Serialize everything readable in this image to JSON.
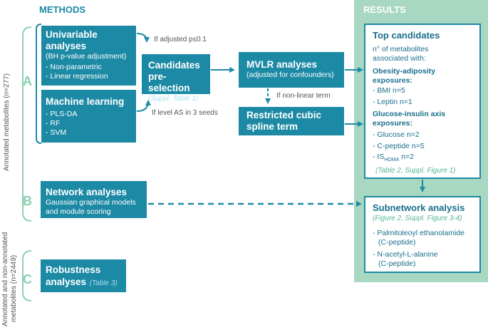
{
  "headers": {
    "methods": "METHODS",
    "results": "RESULTS"
  },
  "side_labels": {
    "annotated": "Annotated metabolites (n=277)",
    "non_annotated_line1": "Annotated and non-annotated",
    "non_annotated_line2": "metabolites (n=2449)"
  },
  "sections": {
    "a": "A",
    "b": "B",
    "c": "C"
  },
  "univariable": {
    "title_line1": "Univariable",
    "title_line2": "analyses",
    "subtitle": "(BH p-value adjustment)",
    "items": [
      "- Non-parametric",
      "- Linear regression"
    ]
  },
  "machine_learning": {
    "title": "Machine learning",
    "items": [
      "- PLS-DA",
      "- RF",
      "- SVM"
    ]
  },
  "candidates": {
    "title_line1": "Candidates",
    "title_line2": "pre-selection",
    "ref": "(Suppl. Table 1)"
  },
  "mvlr": {
    "title": "MVLR analyses",
    "subtitle": "(adjusted for confounders)"
  },
  "spline": {
    "title_line1": "Restricted cubic",
    "title_line2": "spline term"
  },
  "network": {
    "title": "Network analyses",
    "desc_line1": "Gaussian graphical models",
    "desc_line2": "and module scoring"
  },
  "robustness": {
    "title_line1": "Robustness",
    "title_line2": "analyses",
    "ref": "(Table 3)"
  },
  "notes": {
    "if_adjusted": "If adjusted p≤0.1",
    "if_level": "If level AS in 3 seeds",
    "if_nonlinear": "If non-linear term"
  },
  "top_candidates": {
    "title": "Top candidates",
    "intro_line1": "n° of metabolites",
    "intro_line2": "associated with:",
    "obesity_line1": "Obesity-adiposity",
    "obesity_line2": "exposures:",
    "obesity_items": [
      "- BMI n=5",
      "- Leptin n=1"
    ],
    "glucose_line1": "Glucose-insulin axis",
    "glucose_line2": "exposures:",
    "glucose_items": [
      "- Glucose n=2",
      "- C-peptide n=5"
    ],
    "is_prefix": "- IS",
    "is_sub": "HOMA",
    "is_suffix": " n=2",
    "ref": "(Table 2, Suppl. Figure 1)"
  },
  "subnetwork": {
    "title": "Subnetwork analysis",
    "ref": "(Figure 2, Suppl. Figure 3-4)",
    "items": [
      {
        "line1": "- Palmitoleoyl ethanolamide",
        "line2": "(C-peptide)"
      },
      {
        "line1": "- N-acetyl-L-alanine",
        "line2": "(C-peptide)"
      }
    ]
  },
  "colors": {
    "box": "#1d8aa5",
    "results_panel": "#a8d8c2",
    "methods_header": "#1a8aa6",
    "section_letter": "#8cd0b2",
    "accent_green": "#56b39c"
  }
}
